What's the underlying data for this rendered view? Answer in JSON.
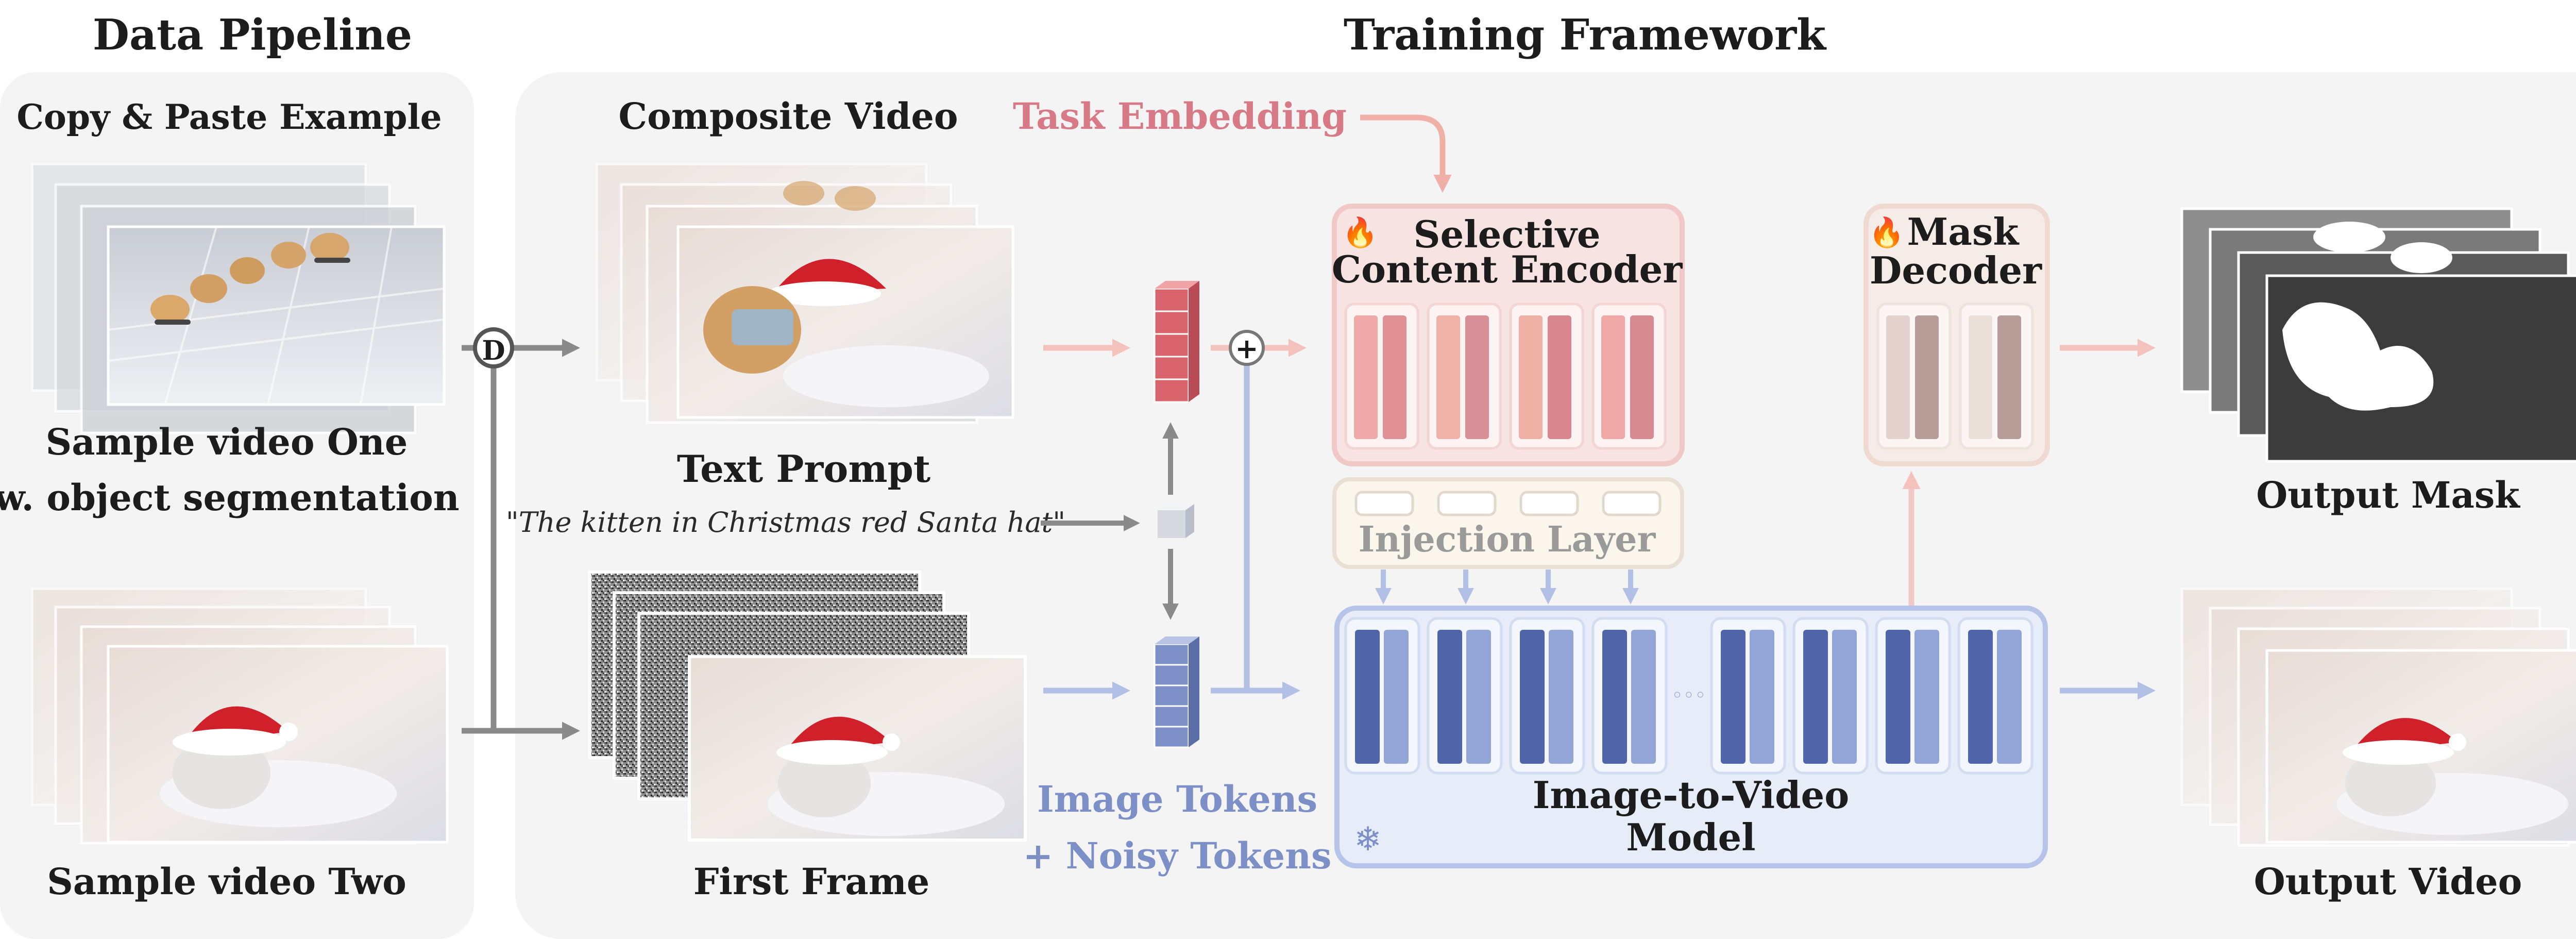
{
  "pipeline": {
    "title": "Data Pipeline",
    "copy_paste_label": "Copy & Paste Example",
    "sample_one_label_line1": "Sample video One",
    "sample_one_label_line2": "w. object segmentation",
    "sample_two_label": "Sample video Two",
    "merge_op": "D"
  },
  "framework": {
    "title": "Training Framework",
    "composite_video_label": "Composite Video",
    "task_embedding_label": "Task Embedding",
    "text_prompt_label": "Text  Prompt",
    "text_prompt_value": "\"The kitten in Christmas red Santa hat\"",
    "first_frame_label": "First Frame",
    "image_tokens_label_line1": "Image Tokens",
    "image_tokens_label_line2": "+ Noisy Tokens",
    "add_op": "+",
    "encoder_title_line1": "Selective",
    "encoder_title_line2": "Content Encoder",
    "injection_label": "Injection Layer",
    "decoder_title_line1": "Mask",
    "decoder_title_line2": "Decoder",
    "model_title_line1": "Image-to-Video",
    "model_title_line2": "Model",
    "output_mask_label": "Output Mask",
    "output_video_label": "Output Video",
    "ellipsis": "◦◦◦"
  },
  "icons": {
    "trainable": "fire-icon",
    "frozen": "snowflake-icon"
  },
  "colors": {
    "task_embedding": "#d77a86",
    "image_tokens": "#7c8fc7",
    "encoder_fill": "#f7e3e2",
    "encoder_stroke": "#f0c9c6",
    "model_fill": "#e6ecf8",
    "model_stroke": "#b6c4ea",
    "decoder_fill": "#f5ebe7",
    "injection_fill": "#fbf6ec",
    "panel_bg": "#f4f4f4"
  }
}
